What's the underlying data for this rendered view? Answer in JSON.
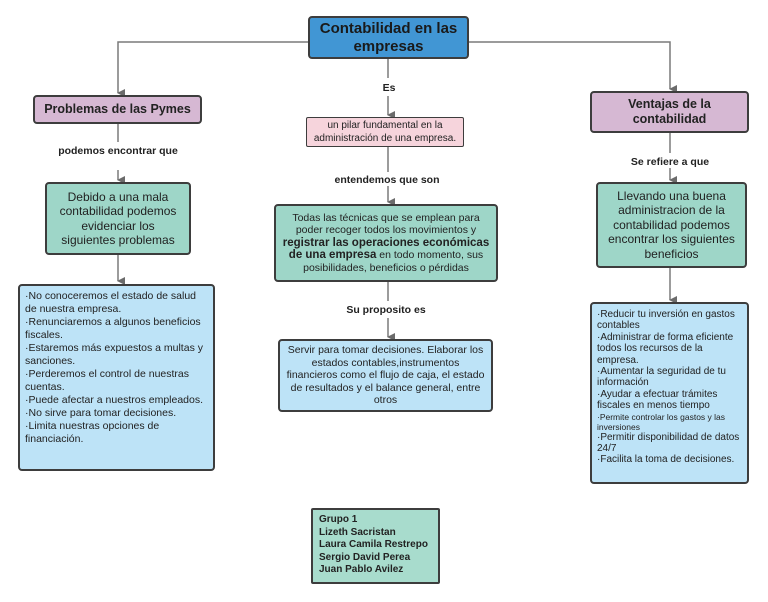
{
  "title": "Contabilidad en las empresas",
  "left": {
    "header": "Problemas de las Pymes",
    "link_label": "podemos encontrar que",
    "summary": "Debido a una mala contabilidad podemos evidenciar los siguientes problemas",
    "items": [
      "·No conoceremos el estado de salud de nuestra empresa.",
      "·Renunciaremos a algunos beneficios fiscales.",
      "·Estaremos más expuestos a multas y sanciones.",
      "·Perderemos el control de nuestras cuentas.",
      "·Puede afectar a nuestros empleados.",
      "·No sirve para tomar decisiones.",
      "·Limita nuestras opciones de financiación."
    ]
  },
  "center": {
    "link_es": "Es",
    "definition": "un pilar fundamental en la administración de una empresa.",
    "link_entendemos": "entendemos que son",
    "techniques_pre": "Todas las técnicas que se emplean para poder recoger todos los movimientos y ",
    "techniques_bold": "registrar las operaciones económicas de una empresa",
    "techniques_post": " en todo momento, sus posibilidades, beneficios o pérdidas",
    "link_proposito": "Su proposito es",
    "purpose": "Servir para tomar decisiones. Elaborar los estados contables,instrumentos financieros como el flujo de caja, el estado de resultados y el balance general, entre otros"
  },
  "right": {
    "header": "Ventajas de la contabilidad",
    "link_label": "Se refiere a que",
    "summary": "Llevando una buena administracion de la contabilidad podemos encontrar los siguientes beneficios",
    "items": [
      "·Reducir tu inversión en gastos contables",
      "·Administrar de forma eficiente todos los recursos de la empresa.",
      "·Aumentar la seguridad de tu información",
      "·Ayudar a efectuar trámites fiscales en menos tiempo",
      "·Permite controlar los gastos y las inversiones",
      "·Permitir disponibilidad de datos 24/7",
      "·Facilita la toma de decisiones."
    ]
  },
  "group": {
    "lines": [
      "Grupo 1",
      "Lizeth Sacristan",
      "Laura Camila Restrepo",
      "Sergio David Perea",
      "Juan Pablo Avilez"
    ]
  }
}
